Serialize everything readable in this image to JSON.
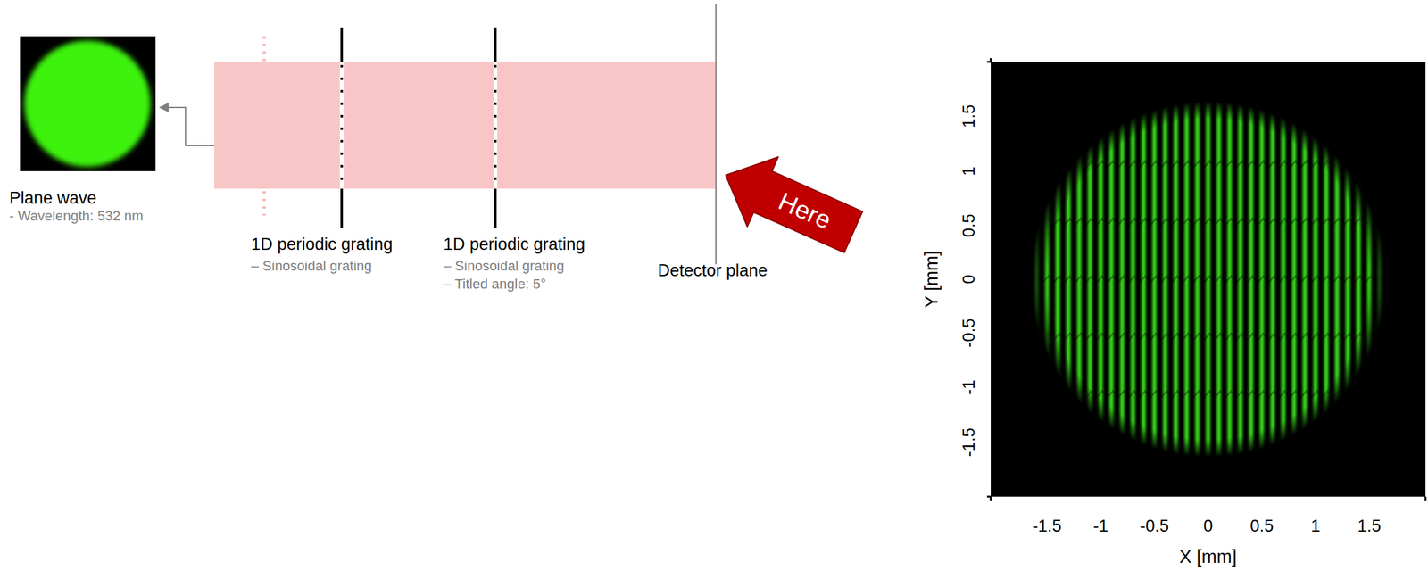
{
  "diagram": {
    "nodes": [
      {
        "text": [
          "Here"
        ]
      }
    ],
    "labels": [
      "Plane wave",
      "- Wavelength: 532 nm",
      "1D periodic grating",
      "– Sinosoidal grating",
      "1D periodic grating",
      "– Sinosoidal grating",
      "– Titled angle: 5°",
      "Detector plane",
      "1.5",
      "1",
      "0.5",
      "0",
      "-0.5",
      "-1",
      "-1.5",
      "-1.5",
      "-1",
      "-0.5",
      "0",
      "0.5",
      "1",
      "1.5",
      "X [mm]",
      "Y [mm]"
    ]
  }
}
